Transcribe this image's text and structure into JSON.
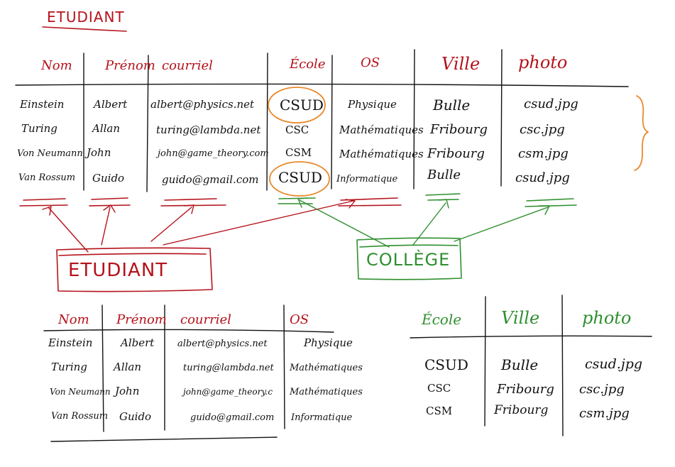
{
  "title": "ETUDIANT",
  "colors": {
    "red": "#b5121b",
    "green": "#2f8f2f",
    "orange": "#e8892b",
    "ink": "#111111"
  },
  "top_table": {
    "headers": [
      "Nom",
      "Prénom",
      "courriel",
      "École",
      "OS",
      "Ville",
      "photo"
    ],
    "rows": [
      [
        "Einstein",
        "Albert",
        "albert@physics.net",
        "CSUD",
        "Physique",
        "Bulle",
        "csud.jpg"
      ],
      [
        "Turing",
        "Allan",
        "turing@lambda.net",
        "CSC",
        "Mathématiques",
        "Fribourg",
        "csc.jpg"
      ],
      [
        "Von Neumann",
        "John",
        "john@game_theory.com",
        "CSM",
        "Mathématiques",
        "Fribourg",
        "csm.jpg"
      ],
      [
        "Van Rossum",
        "Guido",
        "guido@gmail.com",
        "CSUD",
        "Informatique",
        "Bulle",
        "csud.jpg"
      ]
    ]
  },
  "boxes": {
    "etudiant": "ETUDIANT",
    "college": "COLLÈGE"
  },
  "etudiant_table": {
    "headers": [
      "Nom",
      "Prénom",
      "courriel",
      "OS"
    ],
    "rows": [
      [
        "Einstein",
        "Albert",
        "albert@physics.net",
        "Physique"
      ],
      [
        "Turing",
        "Allan",
        "turing@lambda.net",
        "Mathématiques"
      ],
      [
        "Von Neumann",
        "John",
        "john@game_theory.c",
        "Mathématiques"
      ],
      [
        "Van Rossum",
        "Guido",
        "guido@gmail.com",
        "Informatique"
      ]
    ]
  },
  "college_table": {
    "headers": [
      "École",
      "Ville",
      "photo"
    ],
    "rows": [
      [
        "CSUD",
        "Bulle",
        "csud.jpg"
      ],
      [
        "CSC",
        "Fribourg",
        "csc.jpg"
      ],
      [
        "CSM",
        "Fribourg",
        "csm.jpg"
      ]
    ]
  }
}
